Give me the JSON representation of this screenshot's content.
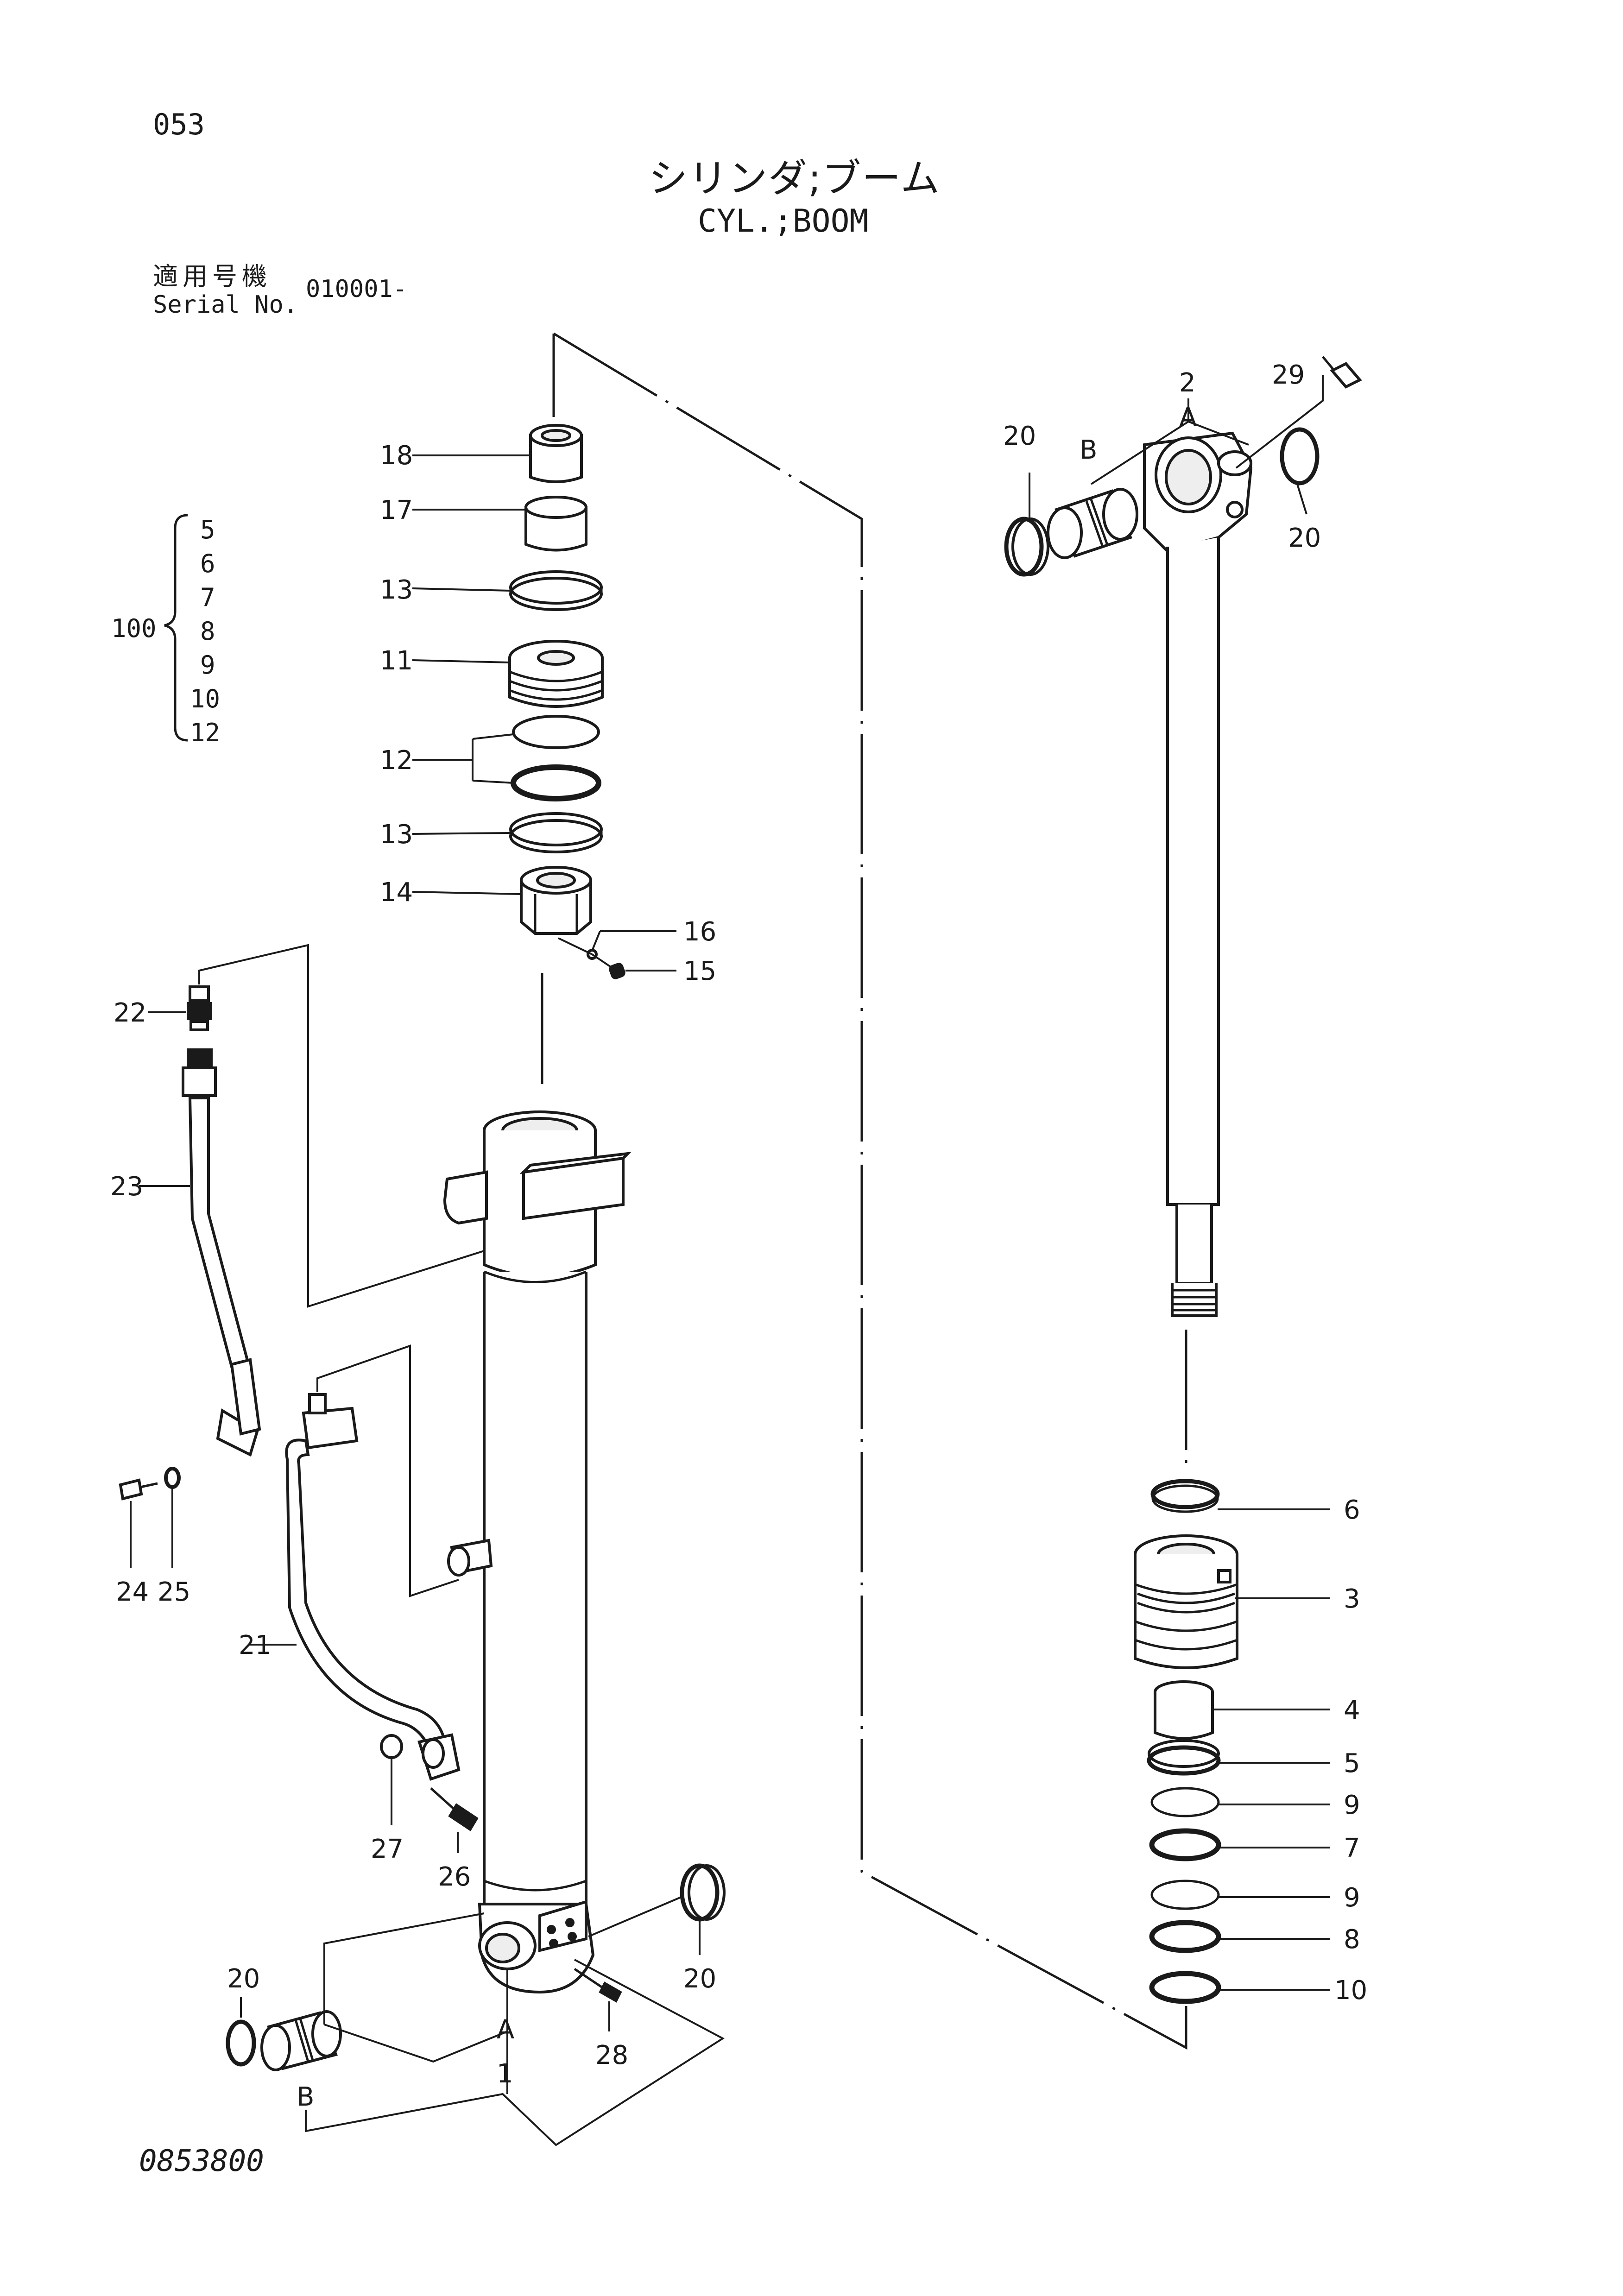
{
  "header": {
    "page_number": "053",
    "title_jp": "シリンダ;ブーム",
    "title_en": "CYL.;BOOM",
    "applicable_label_jp": "適用号機",
    "serial_label": "Serial No.",
    "serial_value": "010001-"
  },
  "footer": {
    "drawing_number": "0853800"
  },
  "kit": {
    "number": "100",
    "members": [
      "5",
      "6",
      "7",
      "8",
      "9",
      "10",
      "12"
    ]
  },
  "callouts": {
    "n1": "1",
    "n2": "2",
    "n3": "3",
    "n4": "4",
    "n5": "5",
    "n6": "6",
    "n7": "7",
    "n8": "8",
    "n9a": "9",
    "n9b": "9",
    "n10": "10",
    "n11": "11",
    "n12": "12",
    "n13a": "13",
    "n13b": "13",
    "n14": "14",
    "n15": "15",
    "n16": "16",
    "n17": "17",
    "n18": "18",
    "n20a": "20",
    "n20b": "20",
    "n20c": "20",
    "n20d": "20",
    "n21": "21",
    "n22": "22",
    "n23": "23",
    "n24": "24",
    "n25": "25",
    "n26": "26",
    "n27": "27",
    "n28": "28",
    "n29": "29"
  },
  "letters": {
    "a_rod": "A",
    "b_rod": "B",
    "a_tube": "A",
    "b_tube": "B"
  }
}
